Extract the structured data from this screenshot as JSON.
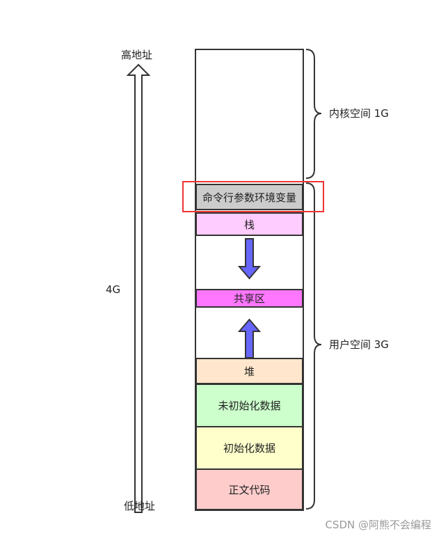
{
  "axis": {
    "high_label": "高地址",
    "low_label": "低地址",
    "size_label": "4G"
  },
  "regions": {
    "kernel": "内核空间 1G",
    "user": "用户空间 3G"
  },
  "segments": {
    "env": {
      "label": "命令行参数环境变量",
      "color": "#cccccc"
    },
    "stack": {
      "label": "栈",
      "color": "#ffccff"
    },
    "shared": {
      "label": "共享区",
      "color": "#ff77ff"
    },
    "heap": {
      "label": "堆",
      "color": "#ffe6cc"
    },
    "bss": {
      "label": "未初始化数据",
      "color": "#ccffcc"
    },
    "data": {
      "label": "初始化数据",
      "color": "#ffffcc"
    },
    "text": {
      "label": "正文代码",
      "color": "#ffcccc"
    }
  },
  "colors": {
    "arrow_fill": "#6666ff",
    "highlight_box": "#ee3333",
    "outline": "#333333"
  },
  "watermark": "CSDN @阿熊不会编程"
}
